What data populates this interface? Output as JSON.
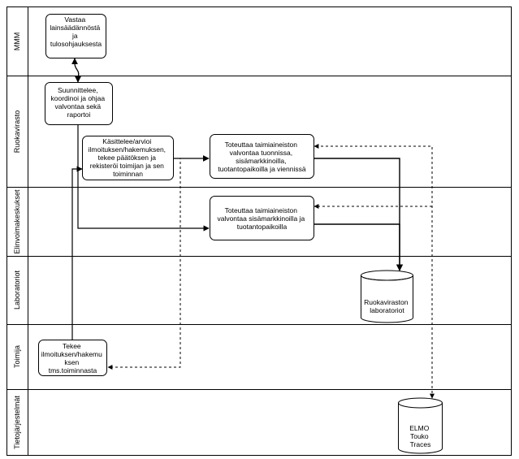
{
  "lanes": [
    {
      "id": "mmm",
      "label": "MMM"
    },
    {
      "id": "ruokavirasto",
      "label": "Ruokavirasto"
    },
    {
      "id": "elinvoimakeskukset",
      "label": "Elinvoimakeskukset"
    },
    {
      "id": "laboratoriot",
      "label": "Laboratoriot"
    },
    {
      "id": "toimija",
      "label": "Toimija"
    },
    {
      "id": "tietojarjestelmat",
      "label": "Tietojärjestelmät"
    }
  ],
  "nodes": {
    "mmm_task": {
      "lines": [
        "Vastaa",
        "lainsäädännöstä",
        "ja",
        "tulosohjauksesta"
      ]
    },
    "ruoka_plan": {
      "lines": [
        "Suunnittelee,",
        "koordinoi ja ohjaa",
        "valvontaa sekä",
        "raportoi"
      ]
    },
    "ruoka_handle": {
      "lines": [
        "Käsittelee/arvioi",
        "ilmoituksen/hakemuksen,",
        "tekee päätöksen ja",
        "rekisteröi toimijan ja sen",
        "toiminnan"
      ]
    },
    "ruoka_control": {
      "lines": [
        "Toteuttaa taimiaineiston",
        "valvontaa tuonnissa,",
        "sisämarkkinoilla,",
        "tuotantopaikoilla ja viennissä"
      ]
    },
    "elinvoima_control": {
      "lines": [
        "Toteuttaa taimiaineiston",
        "valvontaa sisämarkkinoilla ja",
        "tuotantopaikoilla"
      ]
    },
    "lab_db": {
      "lines": [
        "Ruokaviraston",
        "laboratoriot"
      ]
    },
    "toimija_task": {
      "lines": [
        "Tekee",
        "ilmoituksen/hakemu",
        "ksen",
        "tms.toiminnasta"
      ]
    },
    "systems_db": {
      "lines": [
        "ELMO",
        "Touko",
        "Traces"
      ]
    }
  }
}
